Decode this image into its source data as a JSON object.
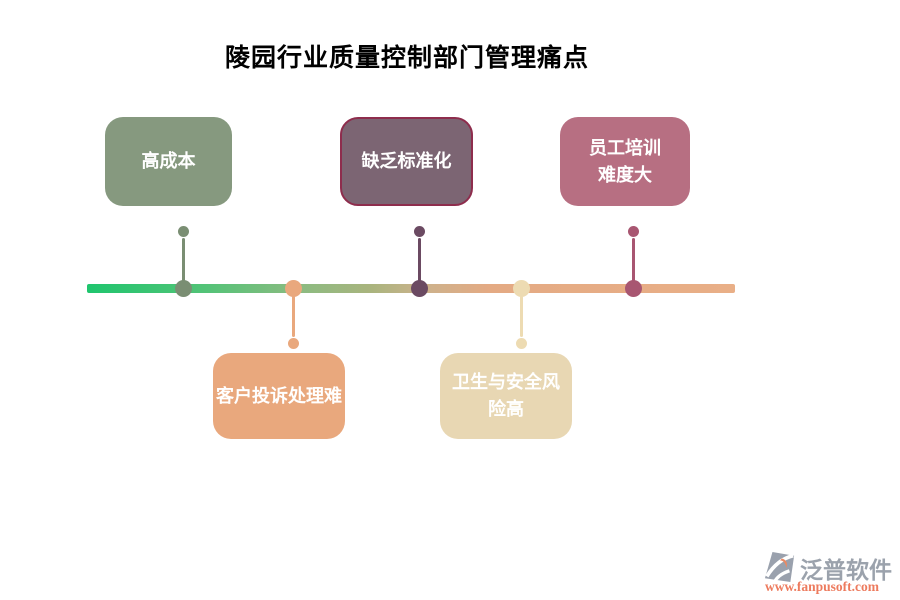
{
  "title": "陵园行业质量控制部门管理痛点",
  "timeline": {
    "gradient_stops": [
      "#1fc56e 0%",
      "#52c377 18%",
      "#8cbb81 33%",
      "#aab47e 44%",
      "#ccb28c 52%",
      "#e4aa83 62%",
      "#e9af87 100%"
    ]
  },
  "nodes": [
    {
      "label": "高成本",
      "side": "above",
      "box_color": "#86997f",
      "dot_color": "#7a8e73"
    },
    {
      "label": "客户投诉处理难",
      "side": "below",
      "box_color": "#e9a87d",
      "dot_color": "#e9a87d"
    },
    {
      "label": "缺乏标准化",
      "side": "above",
      "box_color": "#7c6573",
      "dot_color": "#6b4a62",
      "border_color": "#8e2d4d"
    },
    {
      "label": "卫生与安全风\n险高",
      "side": "below",
      "box_color": "#e8d7b3",
      "dot_color": "#eddbb2"
    },
    {
      "label": "员工培训\n难度大",
      "side": "above",
      "box_color": "#b76f82",
      "dot_color": "#a85671"
    }
  ],
  "box_text_color": "#ffffff",
  "footer": {
    "brand": "泛普软件",
    "url": "www.fanpusoft.com",
    "brand_color": "#9ba2ac",
    "url_color": "#ed7b5e",
    "icon_gray": "#9aa1ad",
    "icon_accent": "#e98a64"
  }
}
